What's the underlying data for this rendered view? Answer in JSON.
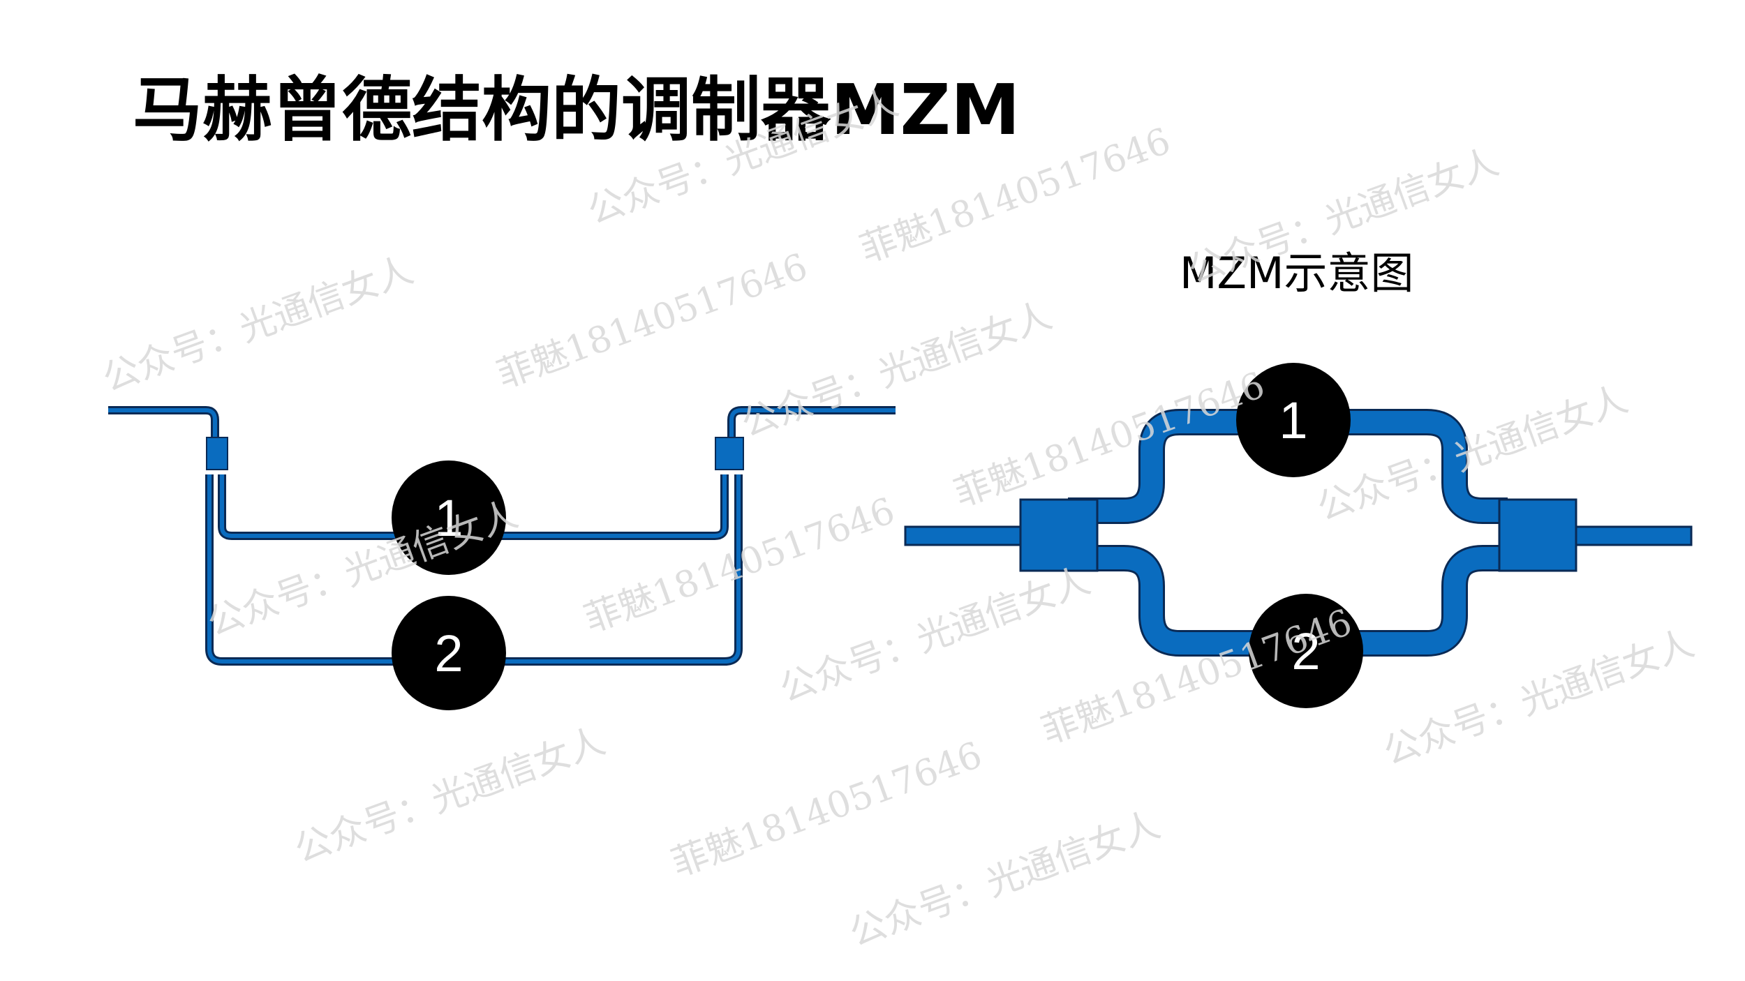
{
  "title": "马赫曾德结构的调制器MZM",
  "diagram_caption": "MZM示意图",
  "arm_labels": {
    "left_top": "1",
    "left_bottom": "2",
    "right_top": "1",
    "right_bottom": "2"
  },
  "watermark_texts": [
    "公众号：光通信女人",
    "菲魅18140517646"
  ],
  "colors": {
    "waveguide": "#0a6cbf",
    "outline": "#0a2a55",
    "node": "#000000",
    "node_text": "#ffffff",
    "watermark": "#d9d9d9"
  }
}
